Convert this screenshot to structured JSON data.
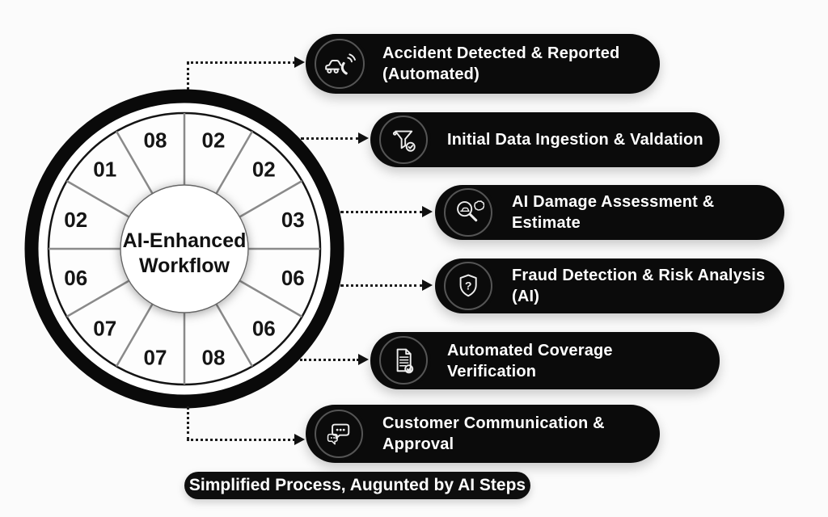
{
  "title": "AI-Enhanced Workflow diagram",
  "wheel": {
    "title_line1": "AI-Enhanced",
    "title_line2": "Workflow",
    "segments": [
      "02",
      "02",
      "03",
      "06",
      "06",
      "08",
      "07",
      "07",
      "06",
      "02",
      "01",
      "08"
    ]
  },
  "steps": [
    {
      "lines": [
        "Accident Detected & Reported",
        "(Automated)"
      ],
      "icon": "car-accident-call-icon"
    },
    {
      "lines": [
        "Initial Data Ingestion & Valdation"
      ],
      "icon": "data-funnel-check-icon"
    },
    {
      "lines": [
        "AI Damage Assessment & Estimate"
      ],
      "icon": "magnifier-brain-icon"
    },
    {
      "lines": [
        "Fraud Detection & Risk Analysis (AI)"
      ],
      "icon": "shield-question-icon"
    },
    {
      "lines": [
        "Automated Coverage Verification"
      ],
      "icon": "document-check-icon"
    },
    {
      "lines": [
        "Customer Communication & Approval"
      ],
      "icon": "chat-bubbles-icon"
    }
  ],
  "caption": {
    "text": "Simplified Process, Augunted by AI Steps"
  },
  "colors": {
    "background": "#fbfbfb",
    "pill_background": "#0b0b0b",
    "pill_text": "#ffffff",
    "wheel_ring": "#0a0a0a",
    "segment_divider": "#8a8a8a",
    "segment_number": "#151515",
    "connector": "#1c1c1c"
  }
}
